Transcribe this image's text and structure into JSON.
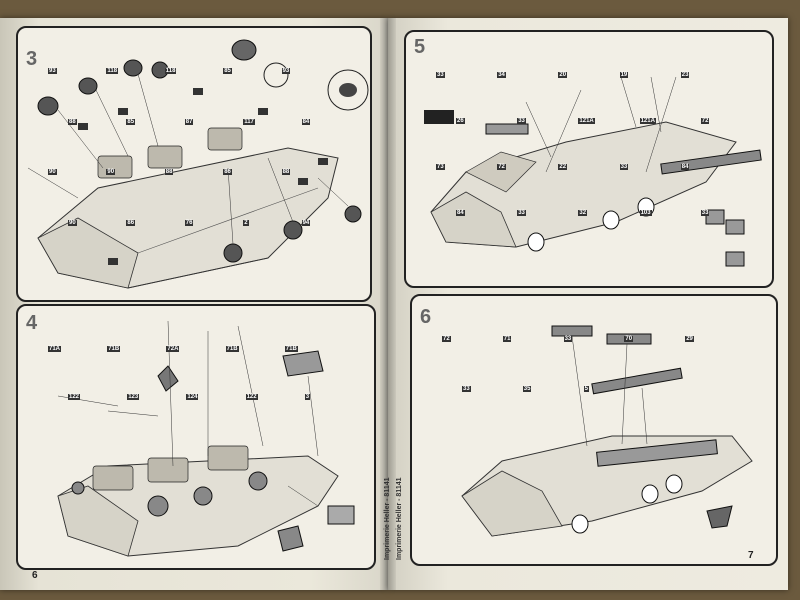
{
  "pages": {
    "left_number": "6",
    "right_number": "7"
  },
  "imprint": {
    "left": "Imprimerie Heller - 81141",
    "right": "Imprimerie Heller - 81141"
  },
  "steps": [
    {
      "number": "3",
      "callouts": [
        "93",
        "118",
        "118",
        "85",
        "93",
        "88",
        "85",
        "87",
        "117",
        "84",
        "90",
        "90",
        "88",
        "86",
        "88",
        "90",
        "86",
        "76",
        "2",
        "94"
      ]
    },
    {
      "number": "5",
      "callouts": [
        "33",
        "34",
        "20",
        "19",
        "23",
        "26",
        "33",
        "121A",
        "121A",
        "72",
        "73",
        "72",
        "22",
        "33",
        "84",
        "84",
        "33",
        "32",
        "103",
        "33"
      ]
    },
    {
      "number": "4",
      "callouts": [
        "71A",
        "71B",
        "72A",
        "71B",
        "71B",
        "122",
        "123",
        "124",
        "122",
        "3"
      ]
    },
    {
      "number": "6",
      "callouts": [
        "72",
        "71",
        "33",
        "70",
        "29",
        "33",
        "35",
        "5"
      ]
    }
  ]
}
